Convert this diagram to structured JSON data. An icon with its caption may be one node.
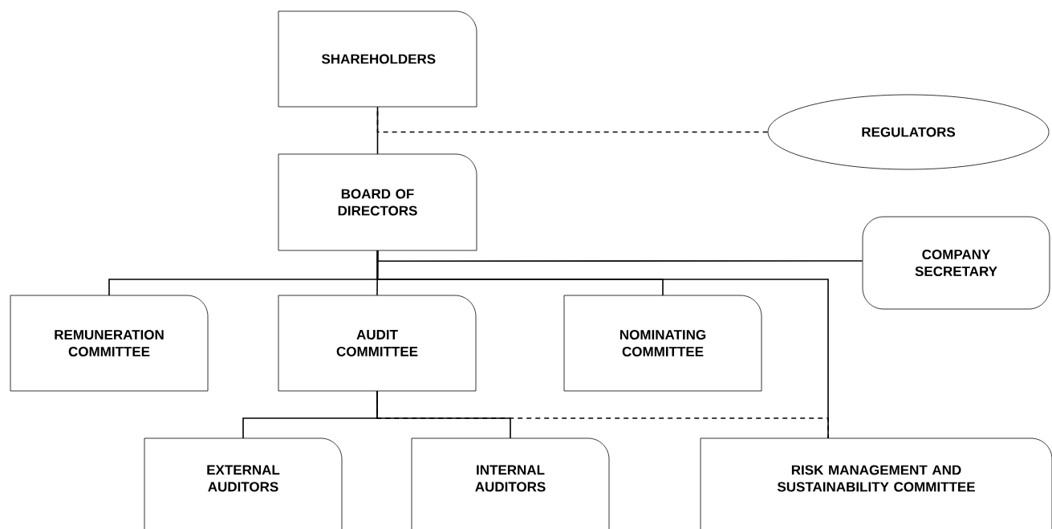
{
  "diagram": {
    "nodes": [
      {
        "text": [
          "SHAREHOLDERS"
        ]
      },
      {
        "text": [
          "REGULATORS"
        ]
      },
      {
        "text": [
          "BOARD OF DIRECTORS"
        ]
      },
      {
        "text": [
          "COMPANY SECRETARY"
        ]
      },
      {
        "text": [
          "REMUNERATION COMMITTEE"
        ]
      },
      {
        "text": [
          "AUDIT COMMITTEE"
        ]
      },
      {
        "text": [
          "NOMINATING COMMITTEE"
        ]
      },
      {
        "text": [
          "EXTERNAL AUDITORS"
        ]
      },
      {
        "text": [
          "INTERNAL AUDITORS"
        ]
      },
      {
        "text": [
          "RISK MANAGEMENT AND SUSTAINABILITY COMMITTEE"
        ]
      }
    ],
    "edges": [
      {
        "from": 0,
        "to": 2,
        "arrow": "none"
      },
      {
        "from": 1,
        "to": 0,
        "arrow": "none",
        "style": "dashed"
      },
      {
        "from": 2,
        "to": 3,
        "arrow": "none"
      },
      {
        "from": 2,
        "to": 4,
        "arrow": "none"
      },
      {
        "from": 2,
        "to": 5,
        "arrow": "none"
      },
      {
        "from": 2,
        "to": 6,
        "arrow": "none"
      },
      {
        "from": 2,
        "to": 9,
        "arrow": "none"
      },
      {
        "from": 5,
        "to": 7,
        "arrow": "none"
      },
      {
        "from": 5,
        "to": 8,
        "arrow": "none"
      },
      {
        "from": 5,
        "to": 9,
        "arrow": "none",
        "style": "dashed"
      }
    ]
  }
}
